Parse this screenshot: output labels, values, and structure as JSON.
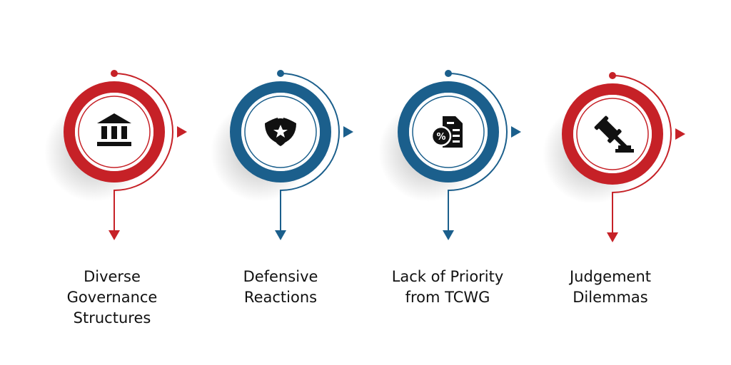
{
  "colors": {
    "red": "#c62127",
    "blue": "#1b5f8c",
    "icon": "#111111"
  },
  "steps": [
    {
      "label": "Diverse Governance Structures",
      "color": "red",
      "icon": "bank-icon"
    },
    {
      "label": "Defensive Reactions",
      "color": "blue",
      "icon": "shield-star-icon"
    },
    {
      "label": "Lack of Priority from TCWG",
      "color": "blue",
      "icon": "tax-document-icon"
    },
    {
      "label": "Judgement Dilemmas",
      "color": "red",
      "icon": "gavel-icon"
    }
  ]
}
